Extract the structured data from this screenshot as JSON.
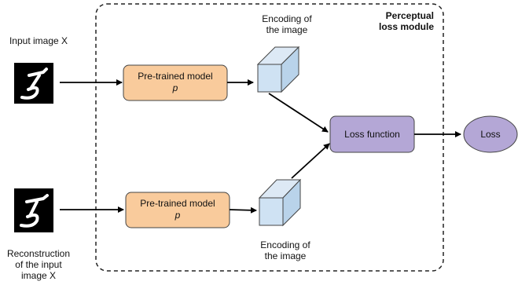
{
  "module": {
    "title_line1": "Perceptual",
    "title_line2": "loss module"
  },
  "input": {
    "label": "Input image X"
  },
  "reconstruction": {
    "line1": "Reconstruction",
    "line2": "of the input",
    "line3": "image X"
  },
  "model_top": {
    "line1": "Pre-trained model",
    "line2": "p"
  },
  "model_bottom": {
    "line1": "Pre-trained model",
    "line2": "p"
  },
  "encoding_top": {
    "line1": "Encoding of",
    "line2": "the image"
  },
  "encoding_bottom": {
    "line1": "Encoding of",
    "line2": "the image"
  },
  "loss_function": {
    "label": "Loss function"
  },
  "loss": {
    "label": "Loss"
  },
  "colors": {
    "model_fill": "#f9cb9c",
    "loss_fill": "#b4a7d6",
    "cube_fill": "#cfe2f3"
  }
}
